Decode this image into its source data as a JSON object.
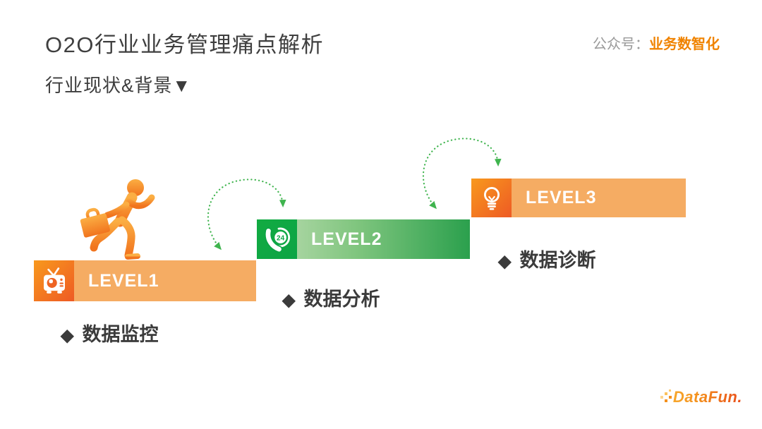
{
  "slide": {
    "title": "O2O行业业务管理痛点解析",
    "subtitle": "行业现状&背景▼",
    "account": {
      "label": "公众号：",
      "name": "业务数智化"
    },
    "logo": "DataFun."
  },
  "levels": [
    {
      "label": "LEVEL1",
      "bullet": "◆",
      "caption": "数据监控",
      "icon": "tv-icon",
      "theme": "orange"
    },
    {
      "label": "LEVEL2",
      "bullet": "◆",
      "caption": "数据分析",
      "icon": "phone-24-icon",
      "theme": "green"
    },
    {
      "label": "LEVEL3",
      "bullet": "◆",
      "caption": "数据诊断",
      "icon": "lightbulb-icon",
      "theme": "orange"
    }
  ],
  "decorations": {
    "running_person": "running-person-icon",
    "arrows": [
      "step-arrow-1",
      "step-arrow-2"
    ]
  },
  "colors": {
    "accent_orange": "#F08300",
    "bar_orange": "#F5AC63",
    "chip_orange_from": "#F8991D",
    "chip_orange_to": "#EE5A24",
    "chip_green": "#0CA445",
    "bar_green_from": "#A6D49F",
    "bar_green_to": "#2BA04D",
    "arrow_green": "#3FB44E",
    "text_dark": "#3B3B3B",
    "text_gray": "#9A9A9A"
  }
}
